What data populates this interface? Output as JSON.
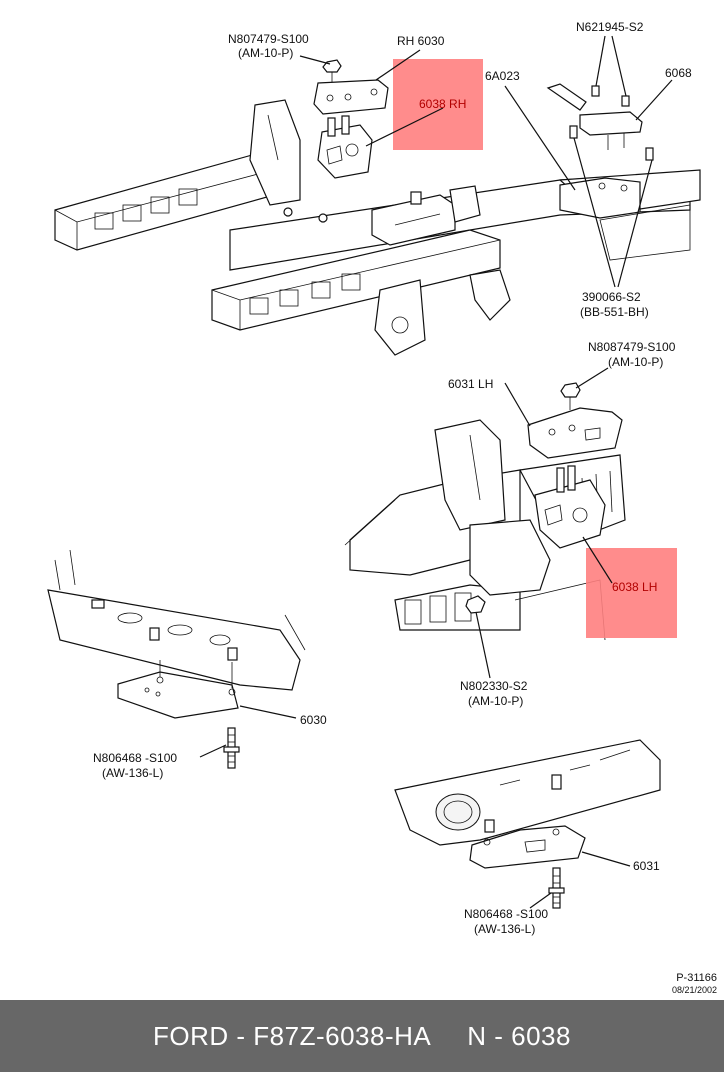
{
  "labels": {
    "n807479": "N807479-S100",
    "n807479_spec": "(AM-10-P)",
    "rh6030": "RH 6030",
    "rh6038": "6038 RH",
    "a6023": "6A023",
    "n621945": "N621945-S2",
    "p6068": "6068",
    "b390066": "390066-S2",
    "b390066_spec": "(BB-551-BH)",
    "n8087479": "N8087479-S100",
    "n8087479_spec": "(AM-10-P)",
    "lh6031": "6031 LH",
    "lh6038": "6038  LH",
    "n802330": "N802330-S2",
    "n802330_spec": "(AM-10-P)",
    "p6030": "6030",
    "n806468_a": "N806468 -S100",
    "n806468_a_spec": "(AW-136-L)",
    "p6031": "6031",
    "n806468_b": "N806468 -S100",
    "n806468_b_spec": "(AW-136-L)"
  },
  "ref": {
    "code": "P-31166",
    "date": "08/21/2002"
  },
  "footer": {
    "left": "FORD - F87Z-6038-HA",
    "right": "N - 6038"
  },
  "colors": {
    "highlight": "#ff7f7f",
    "footer_bg": "#676767",
    "footer_text": "#ffffff"
  }
}
